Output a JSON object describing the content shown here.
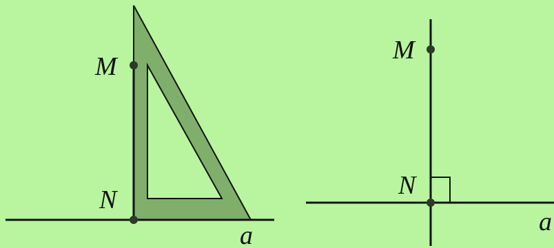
{
  "colors": {
    "background": "#b8f59e",
    "set_square_fill": "#7faf6b",
    "line": "#111111",
    "point": "#2d3a28"
  },
  "left_figure": {
    "point_top": "M",
    "point_bottom": "N",
    "line_name": "a"
  },
  "right_figure": {
    "point_top": "M",
    "point_bottom": "N",
    "line_name": "a"
  }
}
